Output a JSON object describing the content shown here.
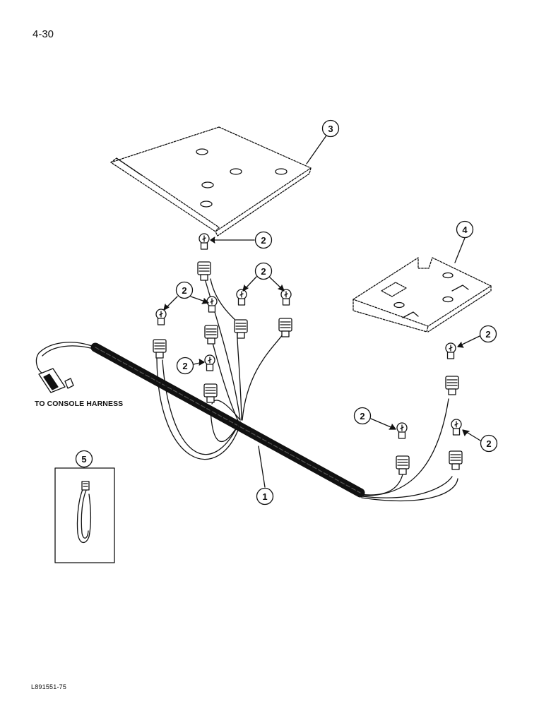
{
  "page": {
    "page_number": "4-30",
    "figure_code": "L891551-75"
  },
  "labels": {
    "console_harness": "TO CONSOLE HARNESS"
  },
  "callouts": [
    {
      "id": "callout-1",
      "number": "1"
    },
    {
      "id": "callout-2a",
      "number": "2"
    },
    {
      "id": "callout-2b",
      "number": "2"
    },
    {
      "id": "callout-2c",
      "number": "2"
    },
    {
      "id": "callout-2d",
      "number": "2"
    },
    {
      "id": "callout-2e",
      "number": "2"
    },
    {
      "id": "callout-2f",
      "number": "2"
    },
    {
      "id": "callout-2g",
      "number": "2"
    },
    {
      "id": "callout-3",
      "number": "3"
    },
    {
      "id": "callout-4",
      "number": "4"
    },
    {
      "id": "callout-5",
      "number": "5"
    }
  ],
  "colors": {
    "ink": "#111111",
    "paper": "#ffffff"
  }
}
